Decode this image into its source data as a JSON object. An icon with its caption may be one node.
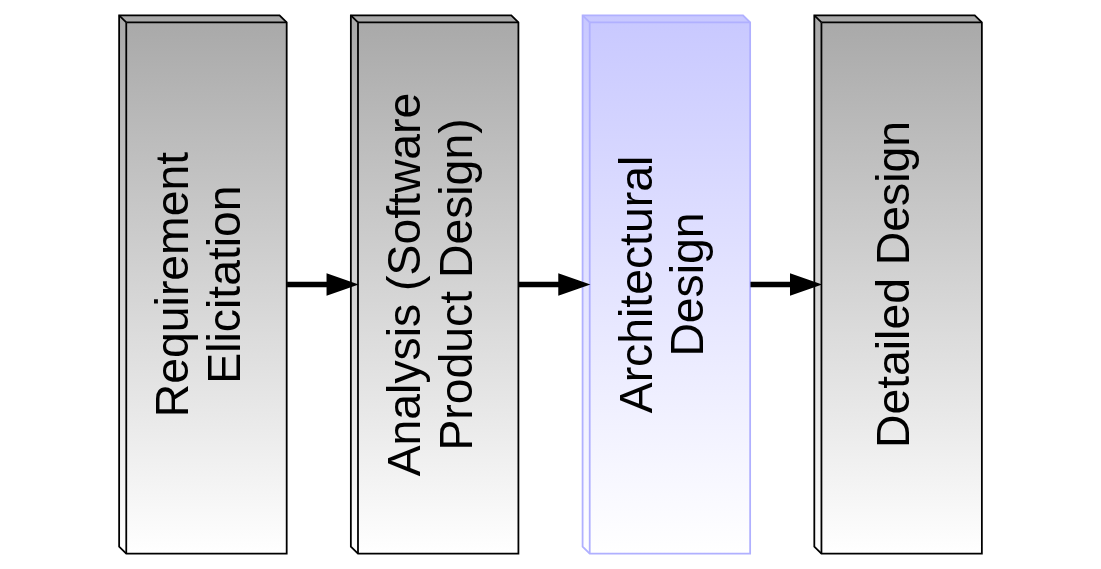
{
  "diagram": {
    "nodes": [
      {
        "text": [
          "Requirement Elicitation"
        ]
      },
      {
        "text": [
          "Analysis (Software Product Design)"
        ]
      },
      {
        "text": [
          "Architectural Design"
        ]
      },
      {
        "text": [
          "Detailed Design"
        ]
      }
    ],
    "edges": [
      {
        "from": 0,
        "to": 1,
        "arrow": "to"
      },
      {
        "from": 1,
        "to": 2,
        "arrow": "to"
      },
      {
        "from": 2,
        "to": 3,
        "arrow": "to"
      }
    ]
  }
}
